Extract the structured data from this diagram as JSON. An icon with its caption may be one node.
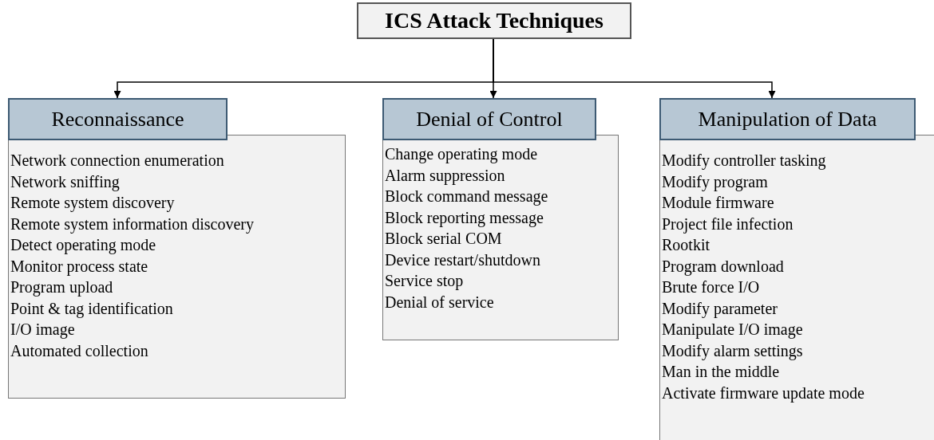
{
  "diagram": {
    "nodes": [
      {
        "text": [
          "ICS Attack Techniques"
        ]
      },
      {
        "text": [
          "Reconnaissance"
        ]
      },
      {
        "text": [
          "Network connection enumeration",
          "Network sniffing",
          "Remote system discovery",
          "Remote system information discovery",
          "Detect operating mode",
          "Monitor process state",
          "Program upload",
          "Point & tag identification",
          "I/O image",
          "Automated collection"
        ]
      },
      {
        "text": [
          "Denial of Control"
        ]
      },
      {
        "text": [
          "Change operating mode",
          "Alarm suppression",
          "Block command message",
          "Block reporting message",
          "Block serial COM",
          "Device restart/shutdown",
          "Service stop",
          "Denial of service"
        ]
      },
      {
        "text": [
          "Manipulation of Data"
        ]
      },
      {
        "text": [
          "Modify controller tasking",
          "Modify program",
          "Module firmware",
          "Project file infection",
          "Rootkit",
          "Program download",
          "Brute force I/O",
          "Modify parameter",
          "Manipulate I/O image",
          "Modify alarm settings",
          "Man in the middle",
          "Activate firmware update mode"
        ]
      }
    ],
    "edges": [
      {
        "from": 0,
        "to": 1,
        "arrow": "to"
      },
      {
        "from": 0,
        "to": 3,
        "arrow": "to"
      },
      {
        "from": 0,
        "to": 5,
        "arrow": "to"
      }
    ]
  }
}
